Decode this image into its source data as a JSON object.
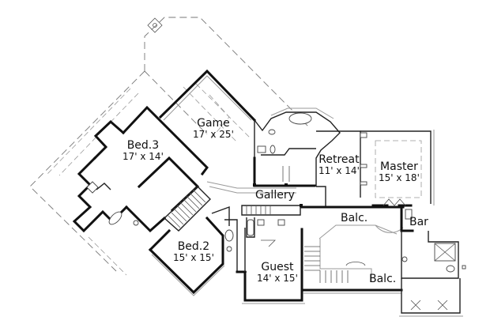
{
  "plan": {
    "type": "second-floor-plan",
    "colors": {
      "wall": "#111111",
      "dashed_outline": "#777777",
      "background": "#ffffff"
    },
    "rooms": [
      {
        "id": "game",
        "name": "Game",
        "dimensions": "17' x 25'"
      },
      {
        "id": "bed3",
        "name": "Bed.3",
        "dimensions": "17' x 14'"
      },
      {
        "id": "retreat",
        "name": "Retreat",
        "dimensions": "11' x 14'"
      },
      {
        "id": "master",
        "name": "Master",
        "dimensions": "15' x 18'"
      },
      {
        "id": "gallery",
        "name": "Gallery",
        "dimensions": ""
      },
      {
        "id": "balc1",
        "name": "Balc.",
        "dimensions": ""
      },
      {
        "id": "bar",
        "name": "Bar",
        "dimensions": ""
      },
      {
        "id": "bed2",
        "name": "Bed.2",
        "dimensions": "15' x 15'"
      },
      {
        "id": "guest",
        "name": "Guest",
        "dimensions": "14' x 15'"
      },
      {
        "id": "balc2",
        "name": "Balc.",
        "dimensions": ""
      }
    ]
  }
}
